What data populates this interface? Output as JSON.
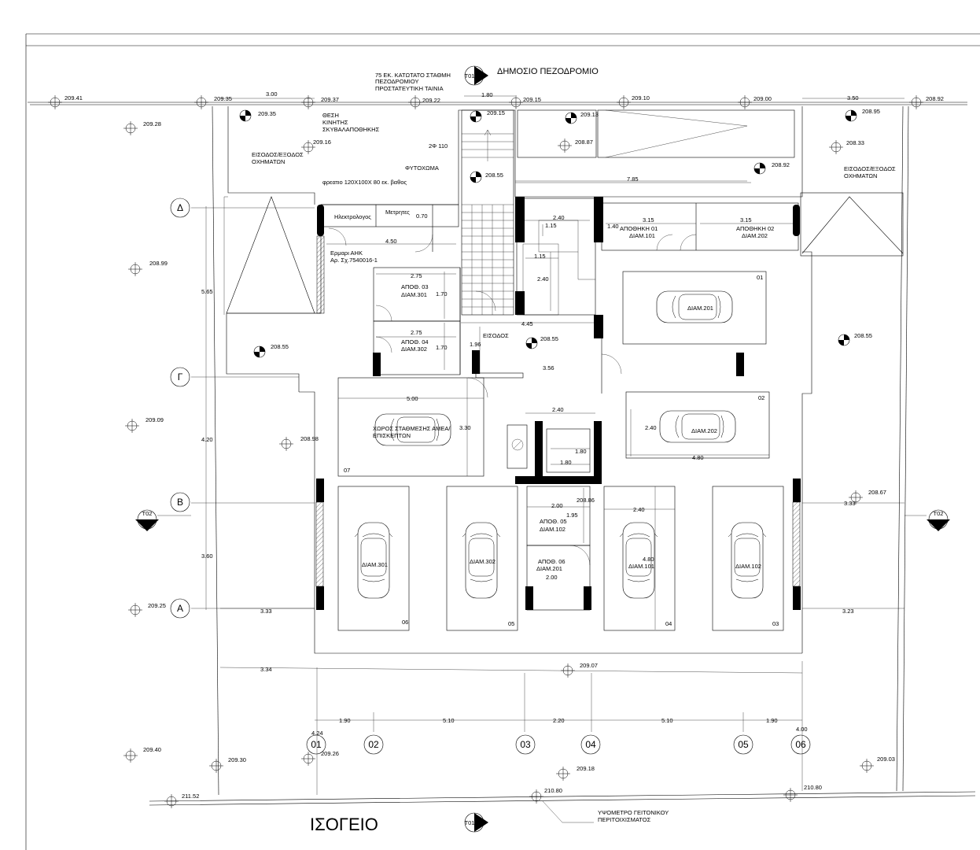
{
  "drawing": {
    "title": "ΙΣΟΓΕΙΟ",
    "street": "ΔΗΜΟΣΙΟ ΠΕΖΟΔΡΟΜΙΟ",
    "kerb_note": [
      "75 ΕΚ. ΚΑΤΩΤΑΤΟ ΣΤΑΘΜΗ",
      "ΠΕΖΟΔΡΟΜΙΟΥ",
      "ΠΡΟΣΤΑΤΕΥΤΙΚΗ ΤΑΙΝΙΑ"
    ],
    "neighbour_note": [
      "ΥΨΟΜΕΤΡΟ ΓΕΙΤΟΝΙΚΟΥ",
      "ΠΕΡΙΤΟΙΧΙΣΜΑΤΟΣ"
    ],
    "section_marks": {
      "top": "Τ01",
      "bottom": "Τ01",
      "left": "Τ02",
      "right": "Τ02"
    }
  },
  "rooms": {
    "bin": [
      "ΘΕΣΗ",
      "ΚΙΝΗΤΗΣ",
      "ΣΚΥΒΑΛΑΠΟΘΗΚΗΣ"
    ],
    "vehicle_entry_left": [
      "ΕΙΣΟΔΟΣ/ΕΞΟΔΟΣ",
      "ΟΧΗΜΑΤΩΝ"
    ],
    "vehicle_entry_right": [
      "ΕΙΣΟΔΟΣ/ΕΞΟΔΟΣ",
      "ΟΧΗΜΑΤΩΝ"
    ],
    "soil": "ΦΥΤΟΧΩΜΑ",
    "pipe": "2Φ 110",
    "manhole": "φρεατιο 120Χ100Χ 80 εκ. βαθος",
    "electrician": "Ηλεκτρολογος",
    "meters": "Μετρητες",
    "cabinet": [
      "Ερμαρι ΑΗΚ",
      "Αρ. Σχ.7540016-1"
    ],
    "store03": [
      "ΑΠΟΘ. 03",
      "ΔΙΑΜ.301"
    ],
    "store04": [
      "ΑΠΟΘ. 04",
      "ΔΙΑΜ.302"
    ],
    "store01": [
      "ΑΠΟΘΗΚΗ 01",
      "ΔΙΑΜ.101"
    ],
    "store02": [
      "ΑΠΟΘΗΚΗ 02",
      "ΔΙΑΜ.202"
    ],
    "store05": [
      "ΑΠΟΘ. 05",
      "ΔΙΑΜ.102"
    ],
    "store06": [
      "ΑΠΟΘ. 06",
      "ΔΙΑΜ.201"
    ],
    "entrance": "ΕΙΣΟΔΟΣ",
    "disabled_parking": [
      "ΧΩΡΟΣ ΣΤΑΘΜΕΣΗΣ ΑΜΕΑ/",
      "ΕΠΙΣΚΕΠΤΩΝ"
    ]
  },
  "parking": [
    {
      "no": "01",
      "label": "ΔΙΑΜ.201"
    },
    {
      "no": "02",
      "label": "ΔΙΑΜ.202"
    },
    {
      "no": "03",
      "label": "ΔΙΑΜ.102"
    },
    {
      "no": "04",
      "label": "ΔΙΑΜ.101"
    },
    {
      "no": "05",
      "label": "ΔΙΑΜ.302"
    },
    {
      "no": "06",
      "label": "ΔΙΑΜ.301"
    },
    {
      "no": "07",
      "label": ""
    }
  ],
  "grid_letters": [
    "Δ",
    "Γ",
    "Β",
    "Α"
  ],
  "grid_numbers": [
    "01",
    "02",
    "03",
    "04",
    "05",
    "06"
  ],
  "levels": {
    "l1": "209.41",
    "l2": "209.35",
    "l3": "209.37",
    "l4": "209.22",
    "l5": "209.15",
    "l6": "209.10",
    "l7": "209.00",
    "l8": "208.92",
    "l9": "209.28",
    "l10": "209.35",
    "l11": "209.15",
    "l12": "209.13",
    "l13": "208.95",
    "l14": "209.16",
    "l15": "208.87",
    "l16": "208.33",
    "l17": "208.55",
    "l18": "208.92",
    "l19": "208.99",
    "l20": "208.55",
    "l21": "208.55",
    "l22": "208.55",
    "l23": "209.09",
    "l24": "208.98",
    "l25": "208.67",
    "l26": "209.25",
    "l27": "208.86",
    "l28": "209.07",
    "l29": "209.40",
    "l30": "209.30",
    "l31": "209.26",
    "l32": "209.18",
    "l33": "209.03",
    "l34": "211.52",
    "l35": "210.80",
    "l36": "210.80"
  },
  "dims": {
    "d1": "3.00",
    "d2": "1.80",
    "d3": "3.50",
    "d4": "7.85",
    "d5": "0.70",
    "d6": "4.50",
    "d7": "2.40",
    "d8": "1.15",
    "d9": "1.40",
    "d10": "3.15",
    "d11": "3.15",
    "d12": "1.15",
    "d13": "2.40",
    "d14": "2.75",
    "d15": "1.70",
    "d16": "2.75",
    "d17": "1.70",
    "d18": "4.45",
    "d19": "1.96",
    "d20": "3.56",
    "d21": "5.65",
    "d22": "5.00",
    "d23": "3.30",
    "d24": "2.40",
    "d25": "1.80",
    "d26": "1.80",
    "d27": "2.40",
    "d28": "4.80",
    "d29": "4.20",
    "d30": "2.00",
    "d31": "1.95",
    "d32": "2.40",
    "d33": "4.80",
    "d34": "2.00",
    "d35": "3.33",
    "d36": "3.60",
    "d37": "3.33",
    "d38": "3.23",
    "d39": "3.34",
    "d40": "1.90",
    "d41": "5.10",
    "d42": "2.20",
    "d43": "5.10",
    "d44": "1.90",
    "d45": "4.24",
    "d46": "4.00"
  }
}
